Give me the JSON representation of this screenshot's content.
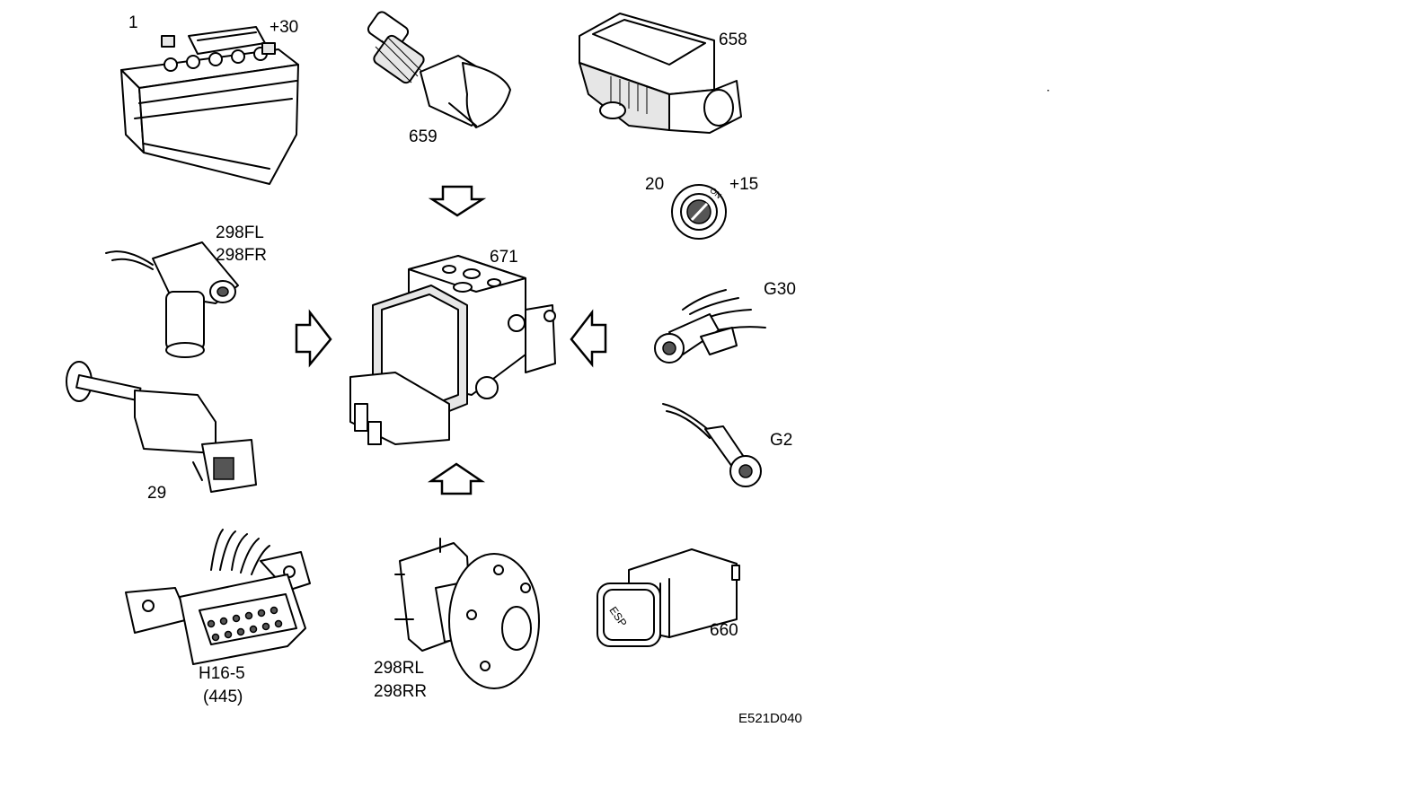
{
  "components": {
    "battery": {
      "label": "1",
      "terminal": "+30"
    },
    "pressure_sensor": {
      "label": "659"
    },
    "yaw_sensor": {
      "label": "658"
    },
    "ignition_switch": {
      "label": "20",
      "terminal": "+15",
      "marking": "ON"
    },
    "front_wheel_sensor": {
      "labels": [
        "298FL",
        "298FR"
      ]
    },
    "abs_unit": {
      "label": "671"
    },
    "ground_g30": {
      "label": "G30"
    },
    "brake_light_switch": {
      "label": "29"
    },
    "ground_g2": {
      "label": "G2"
    },
    "diagnostic_connector": {
      "labels": [
        "H16-5",
        "(445)"
      ]
    },
    "rear_wheel_sensor": {
      "labels": [
        "298RL",
        "298RR"
      ]
    },
    "esp_switch": {
      "label": "660",
      "marking": "ESP"
    }
  },
  "figure_code": "E521D040"
}
